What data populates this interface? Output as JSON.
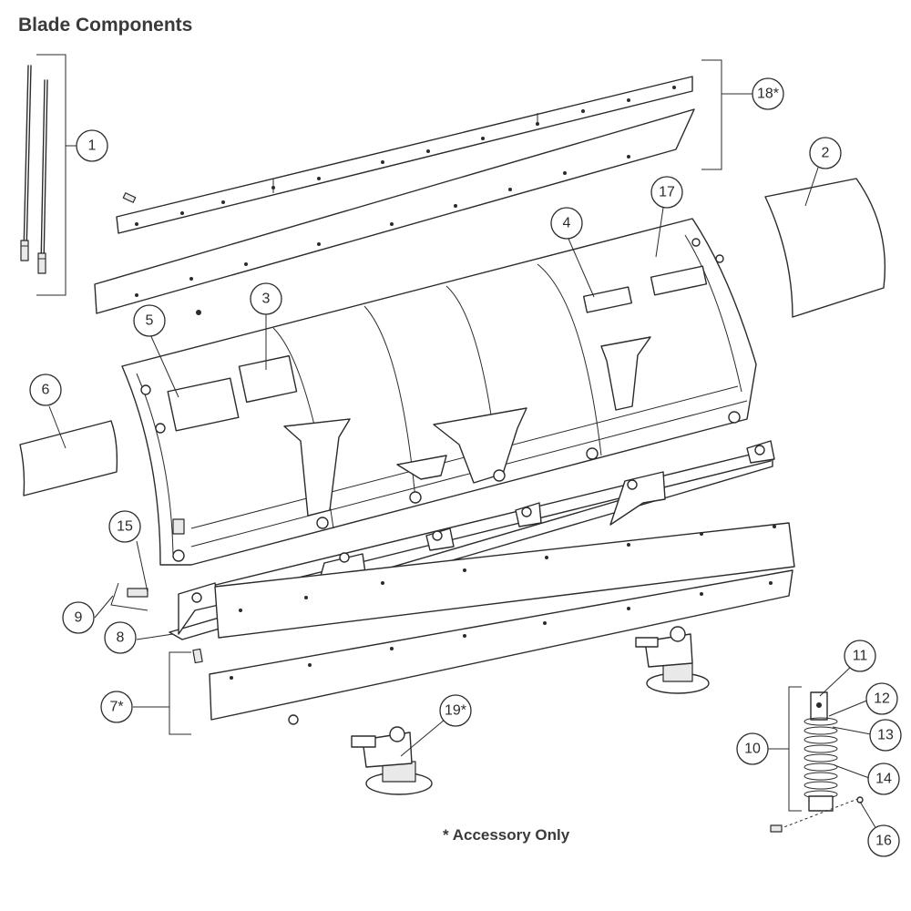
{
  "title": "Blade Components",
  "footnote": "* Accessory Only",
  "callouts": [
    {
      "id": "c1",
      "label": "1"
    },
    {
      "id": "c2",
      "label": "2"
    },
    {
      "id": "c3",
      "label": "3"
    },
    {
      "id": "c4",
      "label": "4"
    },
    {
      "id": "c5",
      "label": "5"
    },
    {
      "id": "c6",
      "label": "6"
    },
    {
      "id": "c7",
      "label": "7*"
    },
    {
      "id": "c8",
      "label": "8"
    },
    {
      "id": "c9",
      "label": "9"
    },
    {
      "id": "c10",
      "label": "10"
    },
    {
      "id": "c11",
      "label": "11"
    },
    {
      "id": "c12",
      "label": "12"
    },
    {
      "id": "c13",
      "label": "13"
    },
    {
      "id": "c14",
      "label": "14"
    },
    {
      "id": "c15",
      "label": "15"
    },
    {
      "id": "c16",
      "label": "16"
    },
    {
      "id": "c17",
      "label": "17"
    },
    {
      "id": "c18",
      "label": "18*"
    },
    {
      "id": "c19",
      "label": "19*"
    }
  ]
}
